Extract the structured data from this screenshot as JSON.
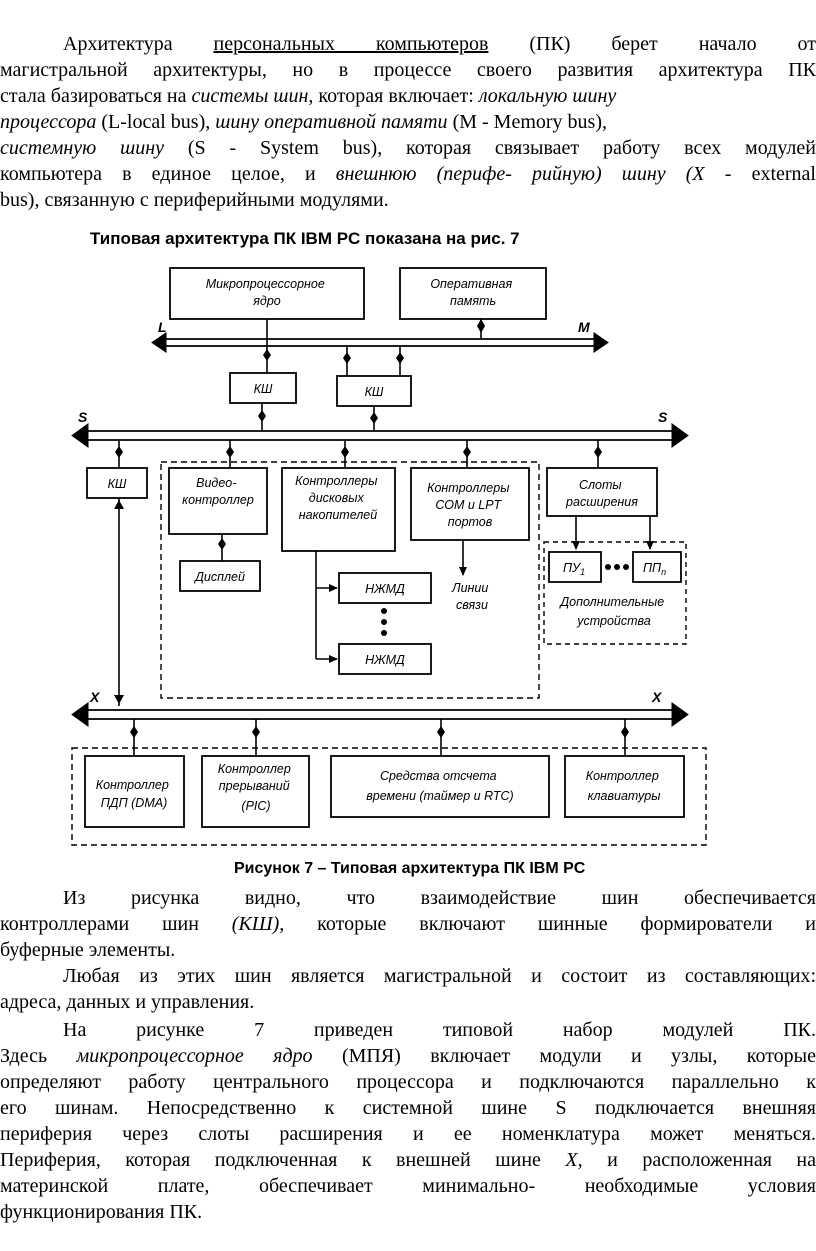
{
  "intro": {
    "l1": {
      "t1": "Архитектура ",
      "t2": "персональных компьютеров",
      "t3": " (ПК) берет начало от"
    },
    "l2": "магистральной архитектуры, но в процессе своего развития архитектура ПК",
    "l3": {
      "t1": "стала базироваться на ",
      "t2": "системы шин,",
      "t3": " которая включает: ",
      "t4": "локальную шину"
    },
    "l4": {
      "t1": "процессора",
      "t2": " (L-local bus), ",
      "t3": "шину оперативной памяти",
      "t4": " (М - Memory bus),"
    },
    "l5": {
      "t1": "системную шину",
      "t2": " (S - System bus), которая связывает работу всех модулей"
    },
    "l6": {
      "t1": "компьютера в единое целое, и ",
      "t2": "внешнюю (перифе- рийную) шину (X",
      "t3": " - external"
    },
    "l7": "bus), связанную с периферийными модулями."
  },
  "diagram": {
    "heading": "Типовая архитектура ПК IBM PC показана на рис. 7",
    "caption": "Рисунок 7  – Типовая архитектура ПК IBM PC",
    "buses": {
      "L": "L",
      "M": "M",
      "S": "S",
      "X": "X"
    },
    "boxes": {
      "cpu": [
        "Микропроцессорное",
        "ядро"
      ],
      "ram": [
        "Оперативная",
        "память"
      ],
      "ksh": "КШ",
      "video": [
        "Видео-",
        "контроллер"
      ],
      "disk_ctrl": [
        "Контроллеры",
        "дисковых",
        "накопителей"
      ],
      "com_lpt": [
        "Контроллеры",
        "СОМ и LPT",
        "портов"
      ],
      "slots": [
        "Слоты",
        "расширения"
      ],
      "display": "Дисплей",
      "fdd": "НЖМД",
      "comm_lines": [
        "Линии",
        "связи"
      ],
      "pu1": "ПУ",
      "pu1_sub": "1",
      "pun": "ПП",
      "pun_sub": "n",
      "extra_devices": [
        "Дополнительные",
        "устройства"
      ],
      "dma": [
        "Контроллер",
        "ПДП (DMA)"
      ],
      "pic": [
        "Контроллер",
        "прерываний",
        "(PIC)"
      ],
      "timer": [
        "Средства отсчета",
        "времени (таймер и RTC)"
      ],
      "kbd": [
        "Контроллер",
        "клавиатуры"
      ]
    }
  },
  "body": {
    "p1": {
      "l1": {
        "t1": "Из рисунка видно, что взаимодействие шин обеспечивается"
      },
      "l2": {
        "t1": "контроллерами шин ",
        "t2": "(КШ),",
        "t3": " которые включают шинные формирователи и"
      },
      "l3": "буферные элементы."
    },
    "p2": {
      "l1": "Любая из этих шин является магистральной и состоит из составляющих:",
      "l2": "адреса, данных и управления."
    },
    "p3": {
      "l1": "На рисунке 7 приведен типовой набор модулей ПК.",
      "l2": {
        "t1": "Здесь ",
        "t2": "микропроцессорное ядро",
        "t3": " (МПЯ) включает модули и узлы, которые"
      },
      "l3": "определяют работу центрального процессора и подключаются параллельно к",
      "l4": "его шинам. Непосредственно к системной шине S подключается внешняя",
      "l5": "периферия через слоты расширения и ее номенклатура может меняться.",
      "l6": {
        "t1": "Периферия, которая подключенная к внешней шине ",
        "t2": "X,",
        "t3": " и расположенная на"
      },
      "l7": "материнской плате, обеспечивает минимально- необходимые условия",
      "l8": "функционирования ПК."
    }
  }
}
